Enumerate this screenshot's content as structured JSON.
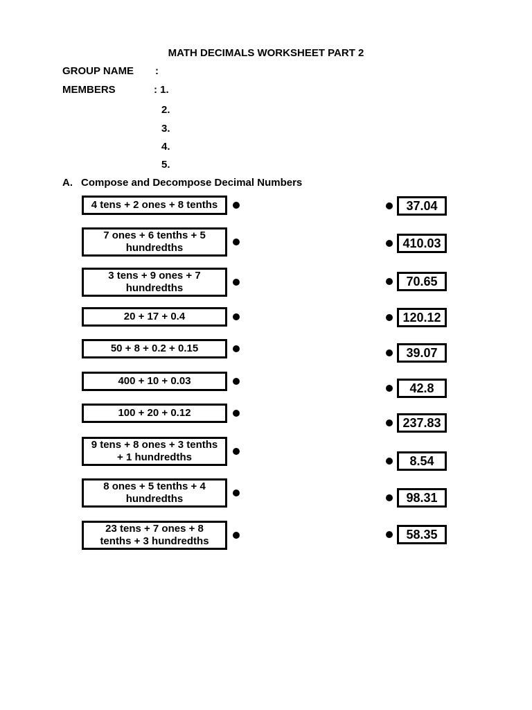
{
  "title": "MATH DECIMALS WORKSHEET PART 2",
  "group": {
    "label": "GROUP NAME",
    "separator": ":"
  },
  "members": {
    "label": "MEMBERS",
    "first_item": ": 1.",
    "items": [
      "2.",
      "3.",
      "4.",
      "5."
    ]
  },
  "section": {
    "label": "A.",
    "heading": "Compose and Decompose Decimal Numbers"
  },
  "matching": {
    "left_items": [
      "4 tens + 2 ones + 8 tenths",
      "7 ones + 6 tenths + 5 hundredths",
      "3 tens + 9 ones + 7 hundredths",
      "20 + 17 + 0.4",
      "50 + 8 + 0.2 + 0.15",
      "400 + 10 + 0.03",
      "100 + 20 + 0.12",
      "9 tens + 8 ones + 3 tenths + 1 hundredths",
      "8 ones + 5 tenths + 4 hundredths",
      "23 tens + 7 ones + 8 tenths + 3 hundredths"
    ],
    "right_values": [
      "37.04",
      "410.03",
      "70.65",
      "120.12",
      "39.07",
      "42.8",
      "237.83",
      "8.54",
      "98.31",
      "58.35"
    ]
  },
  "colors": {
    "text": "#000000",
    "background": "#ffffff",
    "box_border": "#000000"
  }
}
